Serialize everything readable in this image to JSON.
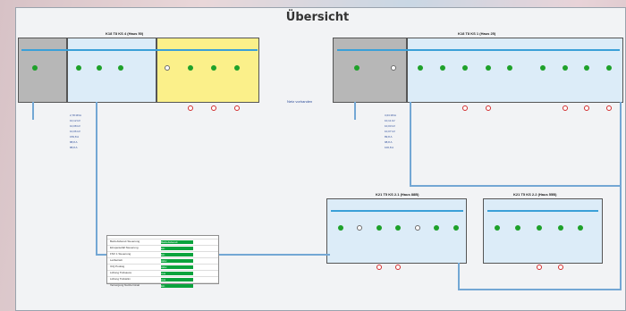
{
  "title": "Übersicht",
  "note": "Netz vorhanden",
  "sections": [
    {
      "id": "s1",
      "label": "K18 T8 KS 4 (Haus 50)"
    },
    {
      "id": "s2",
      "label": "K18 T8 KS 1 (Haus 25)"
    },
    {
      "id": "s3",
      "label": "K21 T5 KS 2.1 (Haus 88B)"
    },
    {
      "id": "s4",
      "label": "K21 T5 KS 2.2 (Haus 55B)"
    }
  ],
  "left_measurements": [
    "2,78 MVA",
    "10,12 kV",
    "10,08 kV",
    "10,06 kV",
    "159,8 A",
    "88,8 A",
    "88,8 A"
  ],
  "right_measurements": [
    "3,63 MVA",
    "10,11 kV",
    "10,03 kV",
    "10,07 kV",
    "89,8 A",
    "98,8 A",
    "100,8 A"
  ],
  "status_table": [
    {
      "label": "Betriebsbereit Steuerung",
      "value": "Betriebsbereit"
    },
    {
      "label": "Einspeisefall Steuerung",
      "value": "Ein"
    },
    {
      "label": "FNV 1 Steuerung",
      "value": "Ein"
    },
    {
      "label": "Leitbetrieb",
      "value": "Aktiv"
    },
    {
      "label": "ICQ Poolstg",
      "value": "Aktiv"
    },
    {
      "label": "Lüftung Trafoauss",
      "value": "Aus"
    },
    {
      "label": "Lüftung Trafoklim",
      "value": "Aus"
    },
    {
      "label": "Versorgung Netzterminal",
      "value": "Ein"
    }
  ]
}
